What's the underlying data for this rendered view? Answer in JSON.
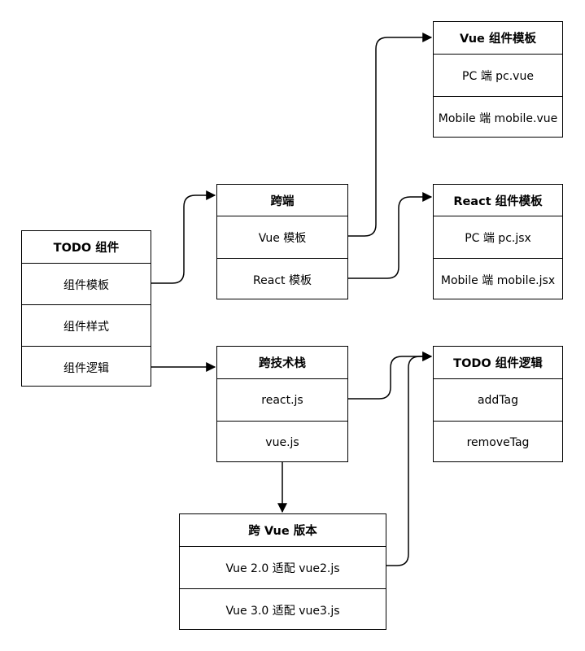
{
  "boxes": {
    "todo": {
      "title": "TODO 组件",
      "items": [
        "组件模板",
        "组件样式",
        "组件逻辑"
      ]
    },
    "cross_platform": {
      "title": "跨端",
      "items": [
        "Vue 模板",
        "React 模板"
      ]
    },
    "vue_template": {
      "title": "Vue 组件模板",
      "items": [
        "PC 端 pc.vue",
        "Mobile 端 mobile.vue"
      ]
    },
    "react_template": {
      "title": "React 组件模板",
      "items": [
        "PC 端 pc.jsx",
        "Mobile 端 mobile.jsx"
      ]
    },
    "cross_stack": {
      "title": "跨技术栈",
      "items": [
        "react.js",
        "vue.js"
      ]
    },
    "todo_logic": {
      "title": "TODO 组件逻辑",
      "items": [
        "addTag",
        "removeTag"
      ]
    },
    "cross_vue": {
      "title": "跨 Vue 版本",
      "items": [
        "Vue 2.0 适配 vue2.js",
        "Vue 3.0 适配 vue3.js"
      ]
    }
  }
}
